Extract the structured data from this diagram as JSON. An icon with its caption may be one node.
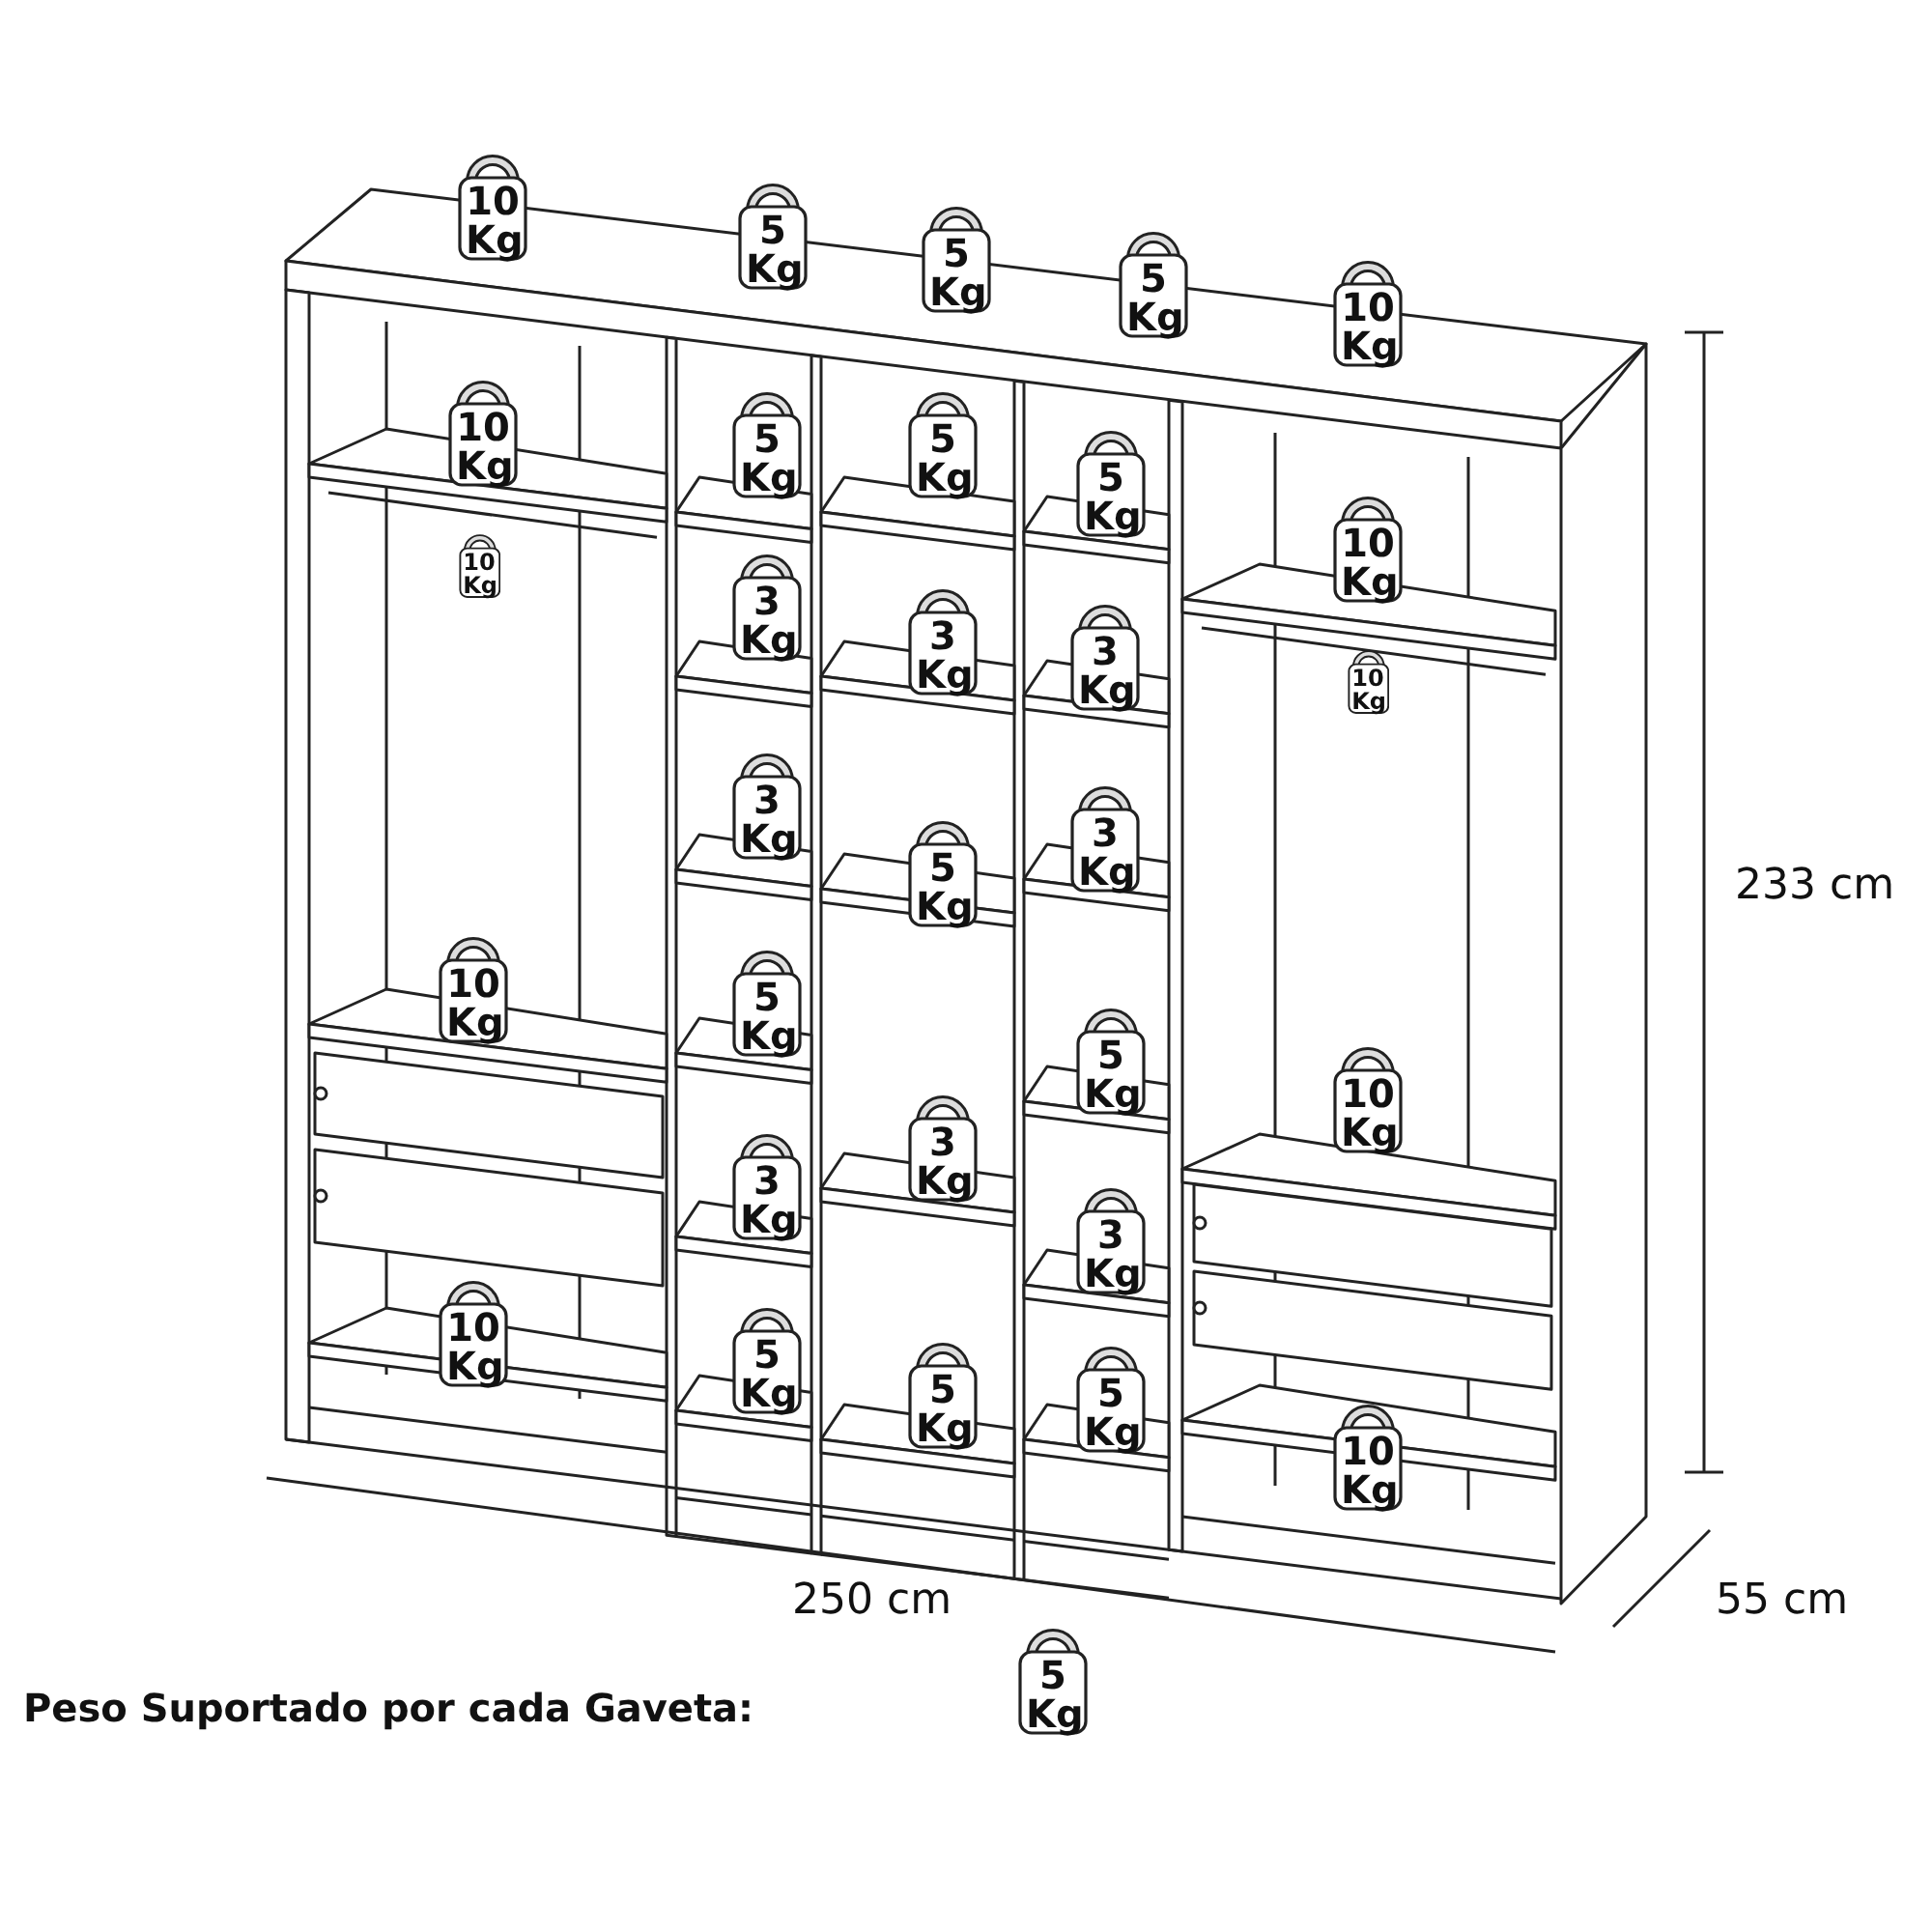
{
  "diagram": {
    "nodes": [
      {
        "text": [
          "10 Kg"
        ]
      },
      {
        "text": [
          "5 Kg"
        ]
      },
      {
        "text": [
          "5 Kg"
        ]
      },
      {
        "text": [
          "5 Kg"
        ]
      },
      {
        "text": [
          "10 Kg"
        ]
      },
      {
        "text": [
          "10 Kg"
        ]
      },
      {
        "text": [
          "10 Kg"
        ]
      },
      {
        "text": [
          "10 Kg"
        ]
      },
      {
        "text": [
          "10 Kg"
        ]
      },
      {
        "text": [
          "5 Kg"
        ]
      },
      {
        "text": [
          "3 Kg"
        ]
      },
      {
        "text": [
          "3 Kg"
        ]
      },
      {
        "text": [
          "5 Kg"
        ]
      },
      {
        "text": [
          "3 Kg"
        ]
      },
      {
        "text": [
          "5 Kg"
        ]
      },
      {
        "text": [
          "5 Kg"
        ]
      },
      {
        "text": [
          "3 Kg"
        ]
      },
      {
        "text": [
          "5 Kg"
        ]
      },
      {
        "text": [
          "3 Kg"
        ]
      },
      {
        "text": [
          "5 Kg"
        ]
      },
      {
        "text": [
          "5 Kg"
        ]
      },
      {
        "text": [
          "3 Kg"
        ]
      },
      {
        "text": [
          "3 Kg"
        ]
      },
      {
        "text": [
          "5 Kg"
        ]
      },
      {
        "text": [
          "3 Kg"
        ]
      },
      {
        "text": [
          "5 Kg"
        ]
      },
      {
        "text": [
          "10 Kg"
        ]
      },
      {
        "text": [
          "10 Kg"
        ]
      },
      {
        "text": [
          "10 Kg"
        ]
      },
      {
        "text": [
          "10 Kg"
        ]
      },
      {
        "text": [
          "5 Kg"
        ]
      }
    ],
    "labels": [
      "233 cm",
      "250 cm",
      "55 cm",
      "Peso Suportado por cada Gaveta:"
    ]
  }
}
